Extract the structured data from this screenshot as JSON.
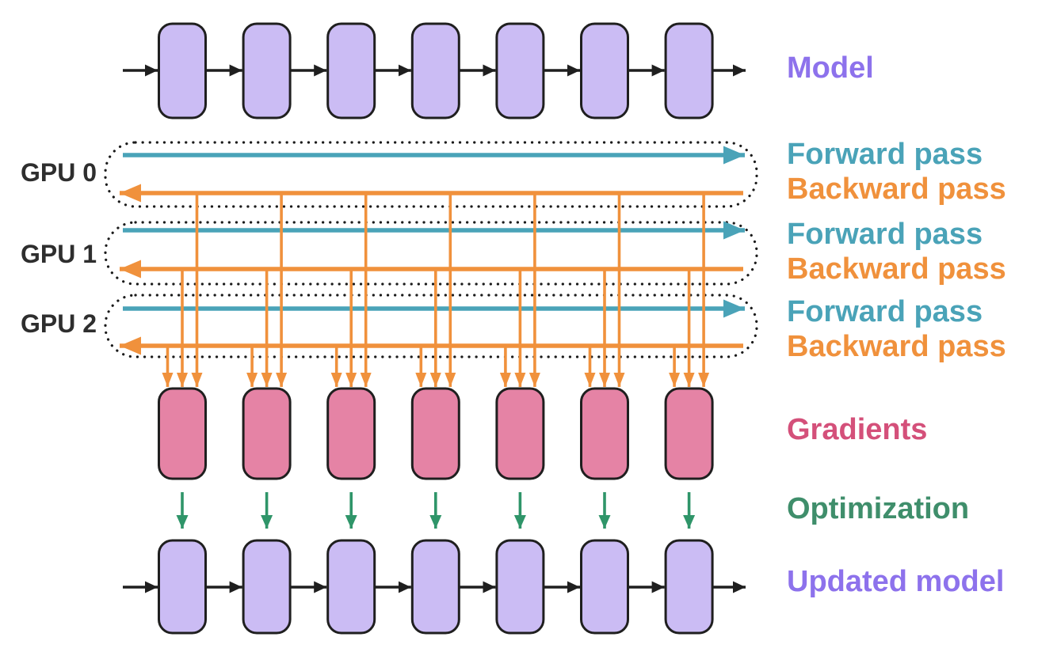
{
  "colors": {
    "background": "#ffffff",
    "purple_fill": "#cbbcf4",
    "pink_fill": "#e583a5",
    "box_stroke": "#1f1f1f",
    "black_arrow": "#1f1f1f",
    "teal": "#4aa3b8",
    "orange": "#f0913c",
    "green_arrow": "#2f9569",
    "green_text": "#3f8e6b",
    "purple_text": "#8d72ec",
    "pink_text": "#d4507a",
    "gpu_label_text": "#2e2e2e",
    "dotted_border": "#1a1a1a"
  },
  "counts": {
    "model_blocks": 7,
    "gradient_blocks": 7,
    "updated_model_blocks": 7,
    "gpus": 3,
    "gradient_arrows_per_block": 3
  },
  "labels": {
    "model": "Model",
    "gradients": "Gradients",
    "optimization": "Optimization",
    "updated_model": "Updated model",
    "gpu_rows": [
      {
        "name": "GPU 0",
        "forward": "Forward pass",
        "backward": "Backward pass"
      },
      {
        "name": "GPU 1",
        "forward": "Forward pass",
        "backward": "Backward pass"
      },
      {
        "name": "GPU 2",
        "forward": "Forward pass",
        "backward": "Backward pass"
      }
    ]
  }
}
